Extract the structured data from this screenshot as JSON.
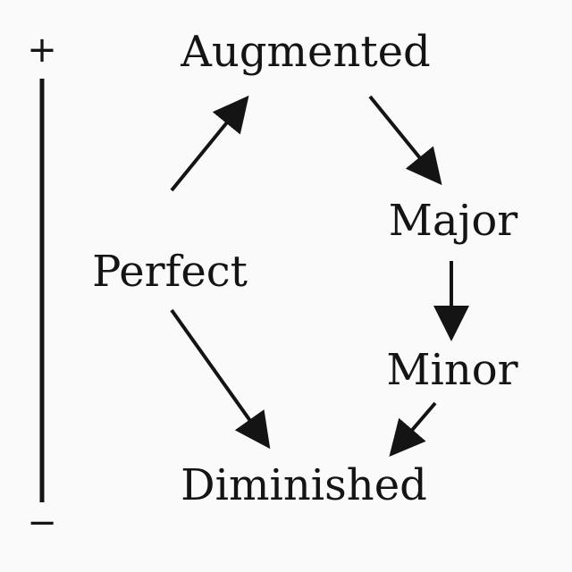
{
  "scale": {
    "top_label": "+",
    "bottom_label": "−"
  },
  "nodes": {
    "augmented": "Augmented",
    "major": "Major",
    "minor": "Minor",
    "perfect": "Perfect",
    "diminished": "Diminished"
  },
  "edges": [
    {
      "from": "perfect",
      "to": "augmented"
    },
    {
      "from": "augmented",
      "to": "major"
    },
    {
      "from": "major",
      "to": "minor"
    },
    {
      "from": "minor",
      "to": "diminished"
    },
    {
      "from": "perfect",
      "to": "diminished"
    }
  ],
  "colors": {
    "ink": "#141414",
    "background": "#fafafa"
  }
}
